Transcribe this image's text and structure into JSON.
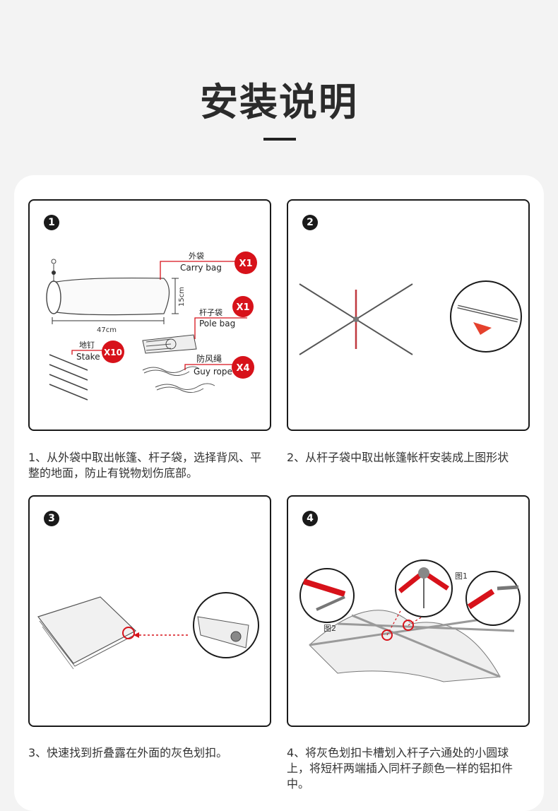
{
  "page": {
    "title": "安装说明"
  },
  "steps": [
    {
      "number": "1",
      "caption": "1、从外袋中取出帐篷、杆子袋，选择背风、平整的地面，防止有锐物划伤底部。",
      "labels": {
        "carry_bag_cn": "外袋",
        "carry_bag_en": "Carry bag",
        "carry_bag_qty": "X1",
        "pole_bag_cn": "杆子袋",
        "pole_bag_en": "Pole bag",
        "pole_bag_qty": "X1",
        "stake_cn": "地钉",
        "stake_en": "Stake",
        "stake_qty": "X10",
        "guy_rope_cn": "防风绳",
        "guy_rope_en": "Guy rope",
        "guy_rope_qty": "X4",
        "length_dim": "47cm",
        "height_dim": "15cm"
      }
    },
    {
      "number": "2",
      "caption": "2、从杆子袋中取出帐篷帐杆安装成上图形状"
    },
    {
      "number": "3",
      "caption": "3、快速找到折叠露在外面的灰色划扣。"
    },
    {
      "number": "4",
      "caption": "4、将灰色划扣卡槽划入杆子六通处的小圆球上，将短杆两端插入同杆子颜色一样的铝扣件中。",
      "labels": {
        "fig1": "图1",
        "fig2": "图2"
      }
    }
  ],
  "colors": {
    "accent": "#d7121a",
    "outline": "#1a1a1a",
    "background": "#f3f3f3"
  }
}
